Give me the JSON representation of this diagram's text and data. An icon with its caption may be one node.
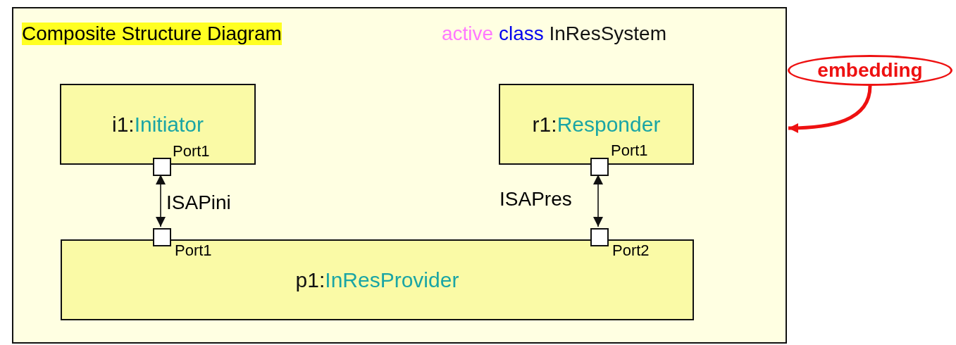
{
  "diagram": {
    "nodes": [
      {
        "text": [
          "Composite Structure Diagram",
          "active class InResSystem"
        ]
      },
      {
        "text": [
          "i1:Initiator"
        ],
        "in": 0
      },
      {
        "text": [],
        "shape": "box",
        "in": 0,
        "beside": [
          "Port1"
        ]
      },
      {
        "text": [
          "r1:Responder"
        ],
        "in": 0
      },
      {
        "text": [],
        "shape": "box",
        "in": 0,
        "beside": [
          "Port1"
        ]
      },
      {
        "text": [
          "p1:InResProvider"
        ],
        "in": 0
      },
      {
        "text": [],
        "shape": "box",
        "in": 0,
        "beside": [
          "Port1"
        ]
      },
      {
        "text": [],
        "shape": "box",
        "in": 0,
        "beside": [
          "Port2"
        ]
      },
      {
        "text": [
          "embedding"
        ]
      }
    ],
    "edges": [
      {
        "from": 2,
        "to": 6,
        "arrow": "both",
        "label": "ISAPini"
      },
      {
        "from": 4,
        "to": 7,
        "arrow": "both",
        "label": "ISAPres"
      },
      {
        "from": 8,
        "to": 0,
        "arrow": "to",
        "style": "thick",
        "color": "#ee1111"
      }
    ]
  }
}
